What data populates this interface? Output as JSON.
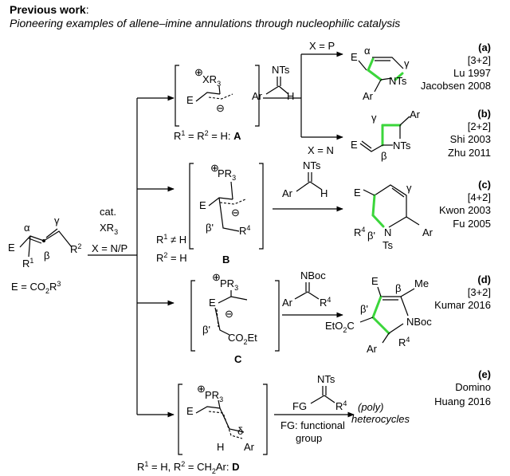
{
  "header": {
    "title": "Previous work",
    "colon": ":",
    "subtitle": "Pioneering examples of allene–imine annulations through nucleophilic catalysis"
  },
  "start": {
    "E": "E",
    "alpha": "α",
    "beta": "β",
    "gamma": "γ",
    "R1": "R",
    "R1sup": "1",
    "R2": "R",
    "R2sup": "2",
    "def": "E = CO",
    "def_sub": "2",
    "def_R": "R",
    "def_sup": "3"
  },
  "catalyst": {
    "cat": "cat.",
    "xr": "XR",
    "xr_sub": "3",
    "xeq": "X = N/P"
  },
  "split_labels": {
    "r1": "R",
    "r1sup": "1",
    "ne": " ≠ H",
    "r2": "R",
    "r2sup": "2",
    "eqh": " = H"
  },
  "A": {
    "charge": "⊕",
    "xr": "XR",
    "xr_sub": "3",
    "E": "E",
    "minus": "⊖",
    "cap_pre": "R",
    "cap_sup1": "1",
    "cap_mid": " = R",
    "cap_sup2": "2",
    "cap_post": " = H: ",
    "cap_bold": "A"
  },
  "imine_a": {
    "nts": "NTs",
    "ar": "Ar",
    "h": "H"
  },
  "branch_a": {
    "xp": "X = P",
    "xn": "X = N"
  },
  "prod_a": {
    "E": "E",
    "alpha": "α",
    "gamma": "γ",
    "ar": "Ar",
    "nts": "NTs",
    "tag": "(a)",
    "type": "[3+2]",
    "r1": "Lu 1997",
    "r2": "Jacobsen 2008"
  },
  "prod_b": {
    "gamma": "γ",
    "ar": "Ar",
    "E": "E",
    "nts": "NTs",
    "beta": "β",
    "tag": "(b)",
    "type": "[2+2]",
    "r1": "Shi 2003",
    "r2": "Zhu 2011"
  },
  "B": {
    "charge": "⊕",
    "pr": "PR",
    "pr_sub": "3",
    "E": "E",
    "minus": "⊖",
    "bp": "β'",
    "r4": "R",
    "r4sup": "4",
    "label": "B"
  },
  "imine_c": {
    "nts": "NTs",
    "ar": "Ar",
    "h": "H"
  },
  "prod_c": {
    "E": "E",
    "gamma": "γ",
    "r4": "R",
    "r4sup": "4",
    "bp": "β'",
    "n": "N",
    "ar": "Ar",
    "ts": "Ts",
    "tag": "(c)",
    "type": "[4+2]",
    "r1": "Kwon 2003",
    "r2": "Fu 2005"
  },
  "C": {
    "charge": "⊕",
    "pr": "PR",
    "pr_sub": "3",
    "E": "E",
    "minus": "⊖",
    "bp": "β'",
    "co": "CO",
    "co_sub": "2",
    "et": "Et",
    "label": "C"
  },
  "imine_d": {
    "nboc": "NBoc",
    "ar": "Ar",
    "r4": "R",
    "r4sup": "4"
  },
  "prod_d": {
    "E": "E",
    "beta": "β",
    "me": "Me",
    "bp": "β'",
    "eto": "EtO",
    "eto_sub": "2",
    "eto_c": "C",
    "nboc": "NBoc",
    "ar": "Ar",
    "r4": "R",
    "r4sup": "4",
    "tag": "(d)",
    "type": "[3+2]",
    "r1": "Kumar 2016"
  },
  "D": {
    "charge": "⊕",
    "pr": "PR",
    "pr_sub": "3",
    "E": "E",
    "h": "H",
    "delta": "δ",
    "ar": "Ar",
    "cap_pre": "R",
    "cap_sup1": "1",
    "cap_mid": " = H, R",
    "cap_sup2": "2",
    "cap_post": " = CH",
    "cap_sub": "2",
    "cap_end": "Ar: ",
    "cap_bold": "D"
  },
  "imine_e": {
    "nts": "NTs",
    "fg": "FG",
    "r4": "R",
    "r4sup": "4",
    "fg1": "FG: functional",
    "fg2": "group"
  },
  "prod_e": {
    "poly": "(poly)",
    "het": "heterocycles",
    "tag": "(e)",
    "type": "Domino",
    "r1": "Huang 2016"
  }
}
